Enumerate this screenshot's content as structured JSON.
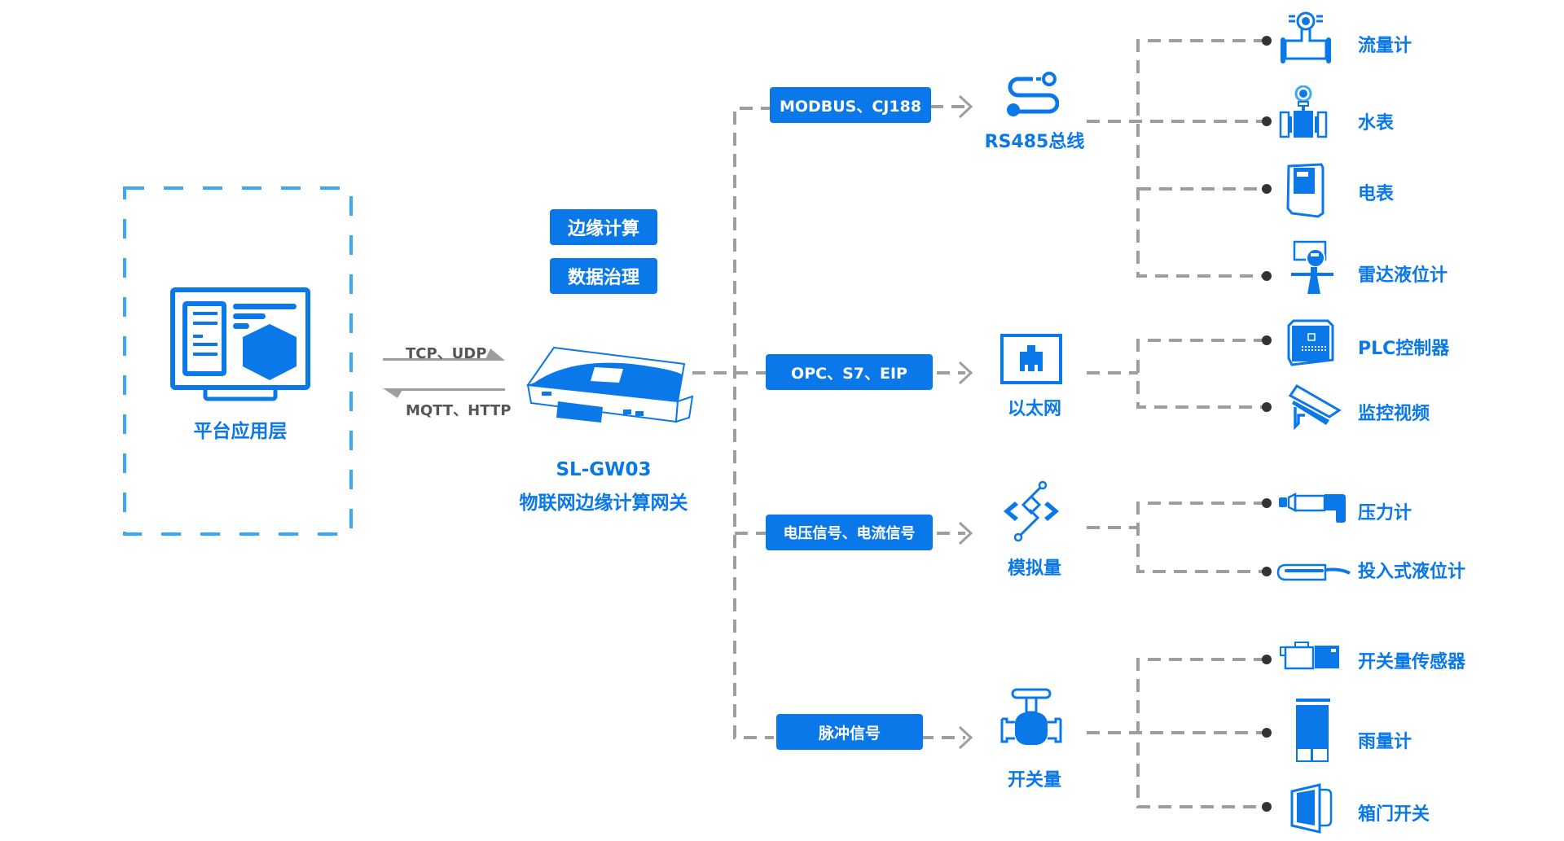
{
  "colors": {
    "accent": "#0a78e8",
    "platform_dash": "#3aa8f5",
    "connector": "#9e9e9e",
    "dot": "#333333",
    "protocol_text": "#555555"
  },
  "platform": {
    "label": "平台应用层",
    "icon": "monitor-dashboard-icon"
  },
  "uplink": {
    "up_label": "TCP、UDP",
    "down_label": "MQTT、HTTP"
  },
  "gateway": {
    "functions": [
      "边缘计算",
      "数据治理"
    ],
    "model": "SL-GW03",
    "name": "物联网边缘计算网关",
    "icon": "gateway-device-icon"
  },
  "branches": [
    {
      "protocol": "MODBUS、CJ188",
      "hub": "RS485总线",
      "hub_icon": "rs485-bus-icon",
      "devices": [
        {
          "label": "流量计",
          "icon": "flowmeter-icon"
        },
        {
          "label": "水表",
          "icon": "water-meter-icon"
        },
        {
          "label": "电表",
          "icon": "electric-meter-icon"
        },
        {
          "label": "雷达液位计",
          "icon": "radar-level-gauge-icon"
        }
      ]
    },
    {
      "protocol": "OPC、S7、EIP",
      "hub": "以太网",
      "hub_icon": "ethernet-port-icon",
      "devices": [
        {
          "label": "PLC控制器",
          "icon": "plc-controller-icon"
        },
        {
          "label": "监控视频",
          "icon": "surveillance-camera-icon"
        }
      ]
    },
    {
      "protocol": "电压信号、电流信号",
      "hub": "模拟量",
      "hub_icon": "analog-signal-icon",
      "devices": [
        {
          "label": "压力计",
          "icon": "pressure-gauge-icon"
        },
        {
          "label": "投入式液位计",
          "icon": "submersible-level-sensor-icon"
        }
      ]
    },
    {
      "protocol": "脉冲信号",
      "hub": "开关量",
      "hub_icon": "valve-switch-icon",
      "devices": [
        {
          "label": "开关量传感器",
          "icon": "switch-sensor-icon"
        },
        {
          "label": "雨量计",
          "icon": "rain-gauge-icon"
        },
        {
          "label": "箱门开关",
          "icon": "door-switch-icon"
        }
      ]
    }
  ]
}
